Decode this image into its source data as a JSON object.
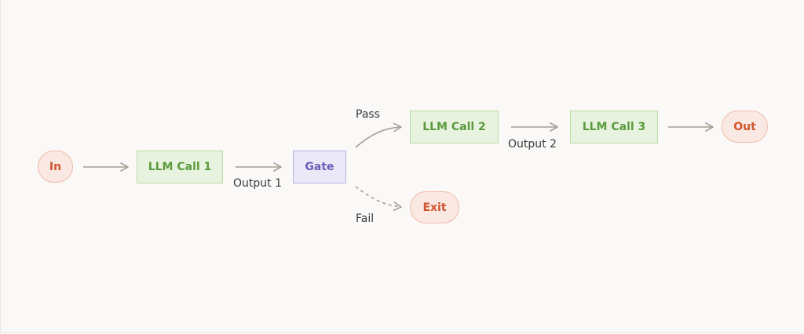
{
  "diagram": {
    "nodes": {
      "in": "In",
      "llm_call_1": "LLM Call 1",
      "gate": "Gate",
      "llm_call_2": "LLM Call 2",
      "llm_call_3": "LLM Call 3",
      "out": "Out",
      "exit": "Exit"
    },
    "edge_labels": {
      "output_1": "Output 1",
      "pass": "Pass",
      "fail": "Fail",
      "output_2": "Output 2"
    },
    "colors": {
      "terminal_fill": "#fae8e2",
      "terminal_text": "#d2552f",
      "llm_fill": "#e8f3df",
      "llm_text": "#5b9a3c",
      "gate_fill": "#ebe8f7",
      "gate_text": "#6b5cb8",
      "arrow": "#a3a097"
    }
  }
}
